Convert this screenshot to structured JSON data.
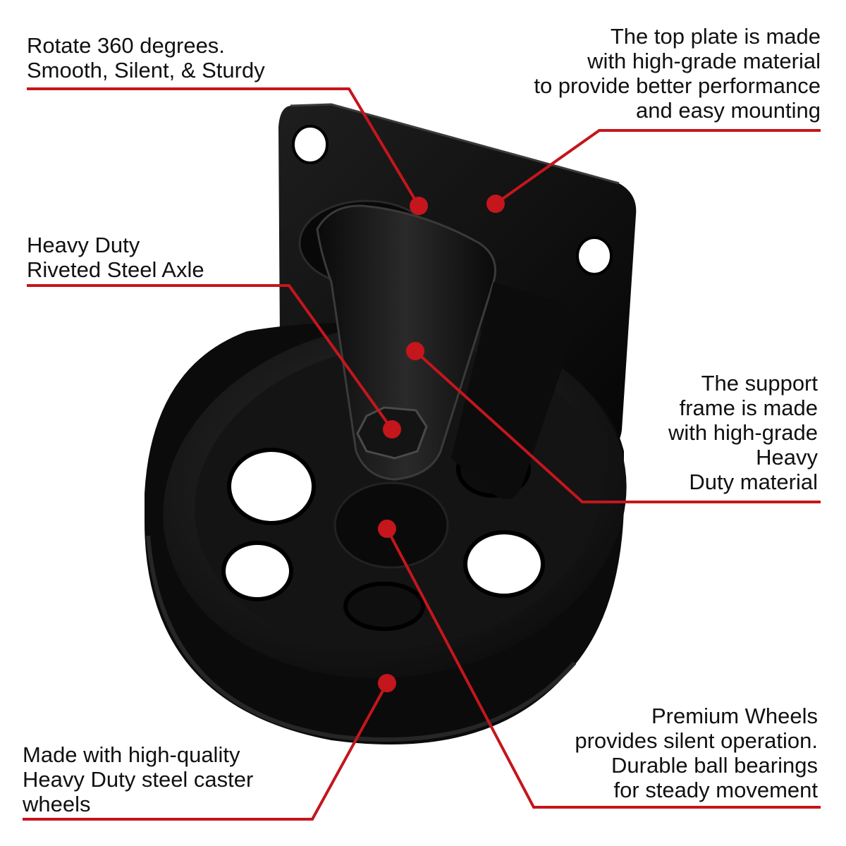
{
  "colors": {
    "accent": "#c4161c",
    "caster": "#0b0b0b",
    "caster_highlight": "#3a3a3a",
    "background": "#ffffff"
  },
  "callouts": {
    "rotate": {
      "lines": [
        "Rotate 360 degrees.",
        "Smooth, Silent, & Sturdy"
      ]
    },
    "top_plate": {
      "lines": [
        "The top plate is made",
        "with high-grade material",
        "to provide better performance",
        "and easy mounting"
      ]
    },
    "axle": {
      "lines": [
        "Heavy Duty",
        "Riveted Steel Axle"
      ]
    },
    "support_frame": {
      "lines": [
        "The support",
        "frame is made",
        "with high-grade",
        "Heavy",
        "Duty material"
      ]
    },
    "wheels_quality": {
      "lines": [
        "Made with high-quality",
        "Heavy Duty steel caster",
        "wheels"
      ]
    },
    "premium_wheels": {
      "lines": [
        "Premium Wheels",
        "provides silent operation.",
        "Durable ball bearings",
        "for steady movement"
      ]
    }
  }
}
